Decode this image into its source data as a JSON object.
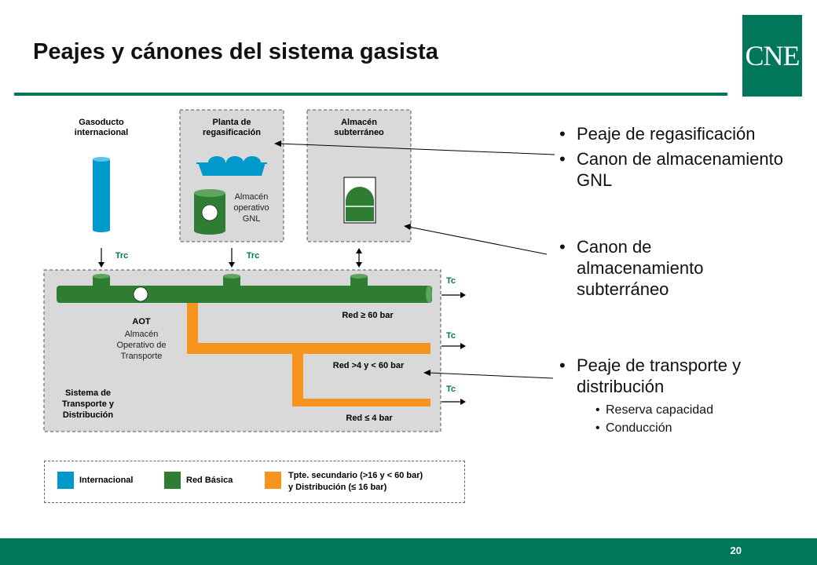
{
  "title": "Peajes y cánones del sistema gasista",
  "logo": "CNE",
  "page_number": "20",
  "diagram": {
    "gasoducto": "Gasoducto internacional",
    "planta": "Planta de regasificación",
    "almacen_sub": "Almacén subterráneo",
    "almacen_gnl": "Almacén operativo GNL",
    "trc_1": "Trc",
    "trc_2": "Trc",
    "tc_1": "Tc",
    "tc_2": "Tc",
    "tc_3": "Tc",
    "aot_title": "AOT",
    "aot_desc": "Almacén Operativo de Transporte",
    "red_60": "Red ≥ 60 bar",
    "red_mid": "Red >4 y < 60 bar",
    "red_4": "Red ≤ 4 bar",
    "sistema": "Sistema de Transporte y Distribución"
  },
  "legend": {
    "internacional": "Internacional",
    "red_basica": "Red Básica",
    "secundario_1": "Tpte. secundario (>16 y < 60 bar)",
    "secundario_2": "y Distribución (≤ 16 bar)"
  },
  "bullets": {
    "b1": "Peaje de regasificación",
    "b2": "Canon de almacenamiento GNL",
    "b3": "Canon de almacenamiento subterráneo",
    "b4": "Peaje de transporte y distribución",
    "s1": "Reserva capacidad",
    "s2": "Conducción"
  },
  "colors": {
    "brand_green": "#00775A",
    "internacional": "#0099CC",
    "red_basica": "#2E7D32",
    "secundario": "#F7941D",
    "box_fill": "#D9D9D9"
  }
}
